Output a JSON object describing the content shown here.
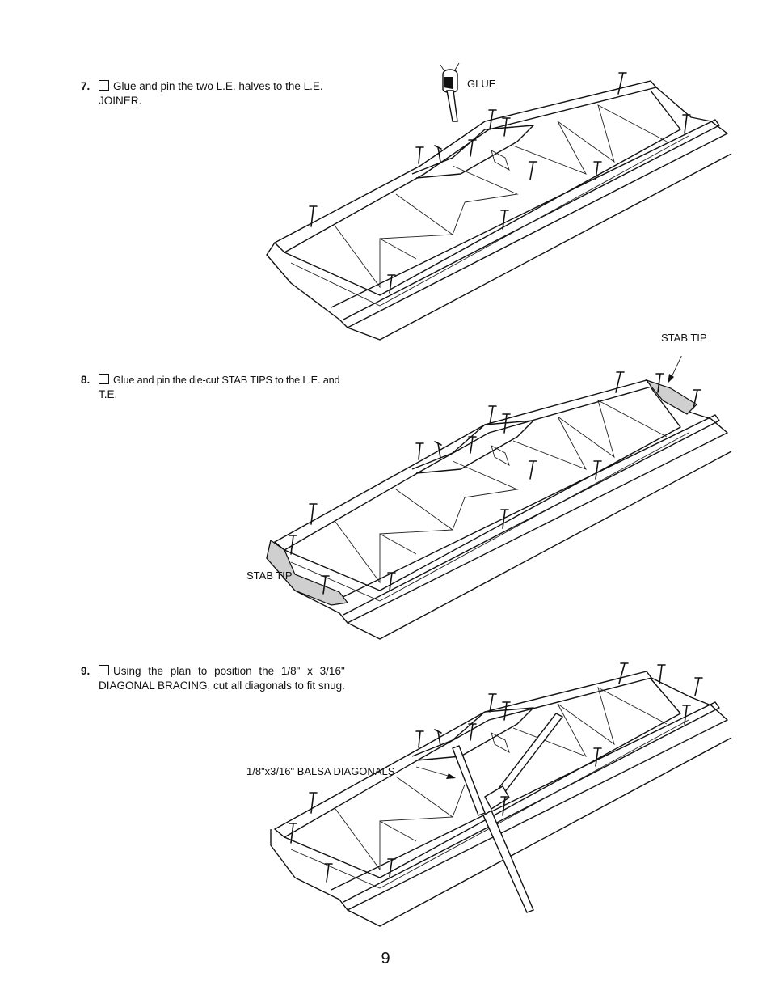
{
  "steps": [
    {
      "number": "7.",
      "line1": "Glue and pin the two L.E. halves to the L.E.",
      "line2": "JOINER."
    },
    {
      "number": "8.",
      "line1": "Glue and pin the die-cut STAB TIPS to the L.E. and",
      "line2": "T.E."
    },
    {
      "number": "9.",
      "line1": "Using the plan to position the 1/8\" x 3/16\"",
      "line2": "DIAGONAL BRACING, cut all diagonals to fit snug."
    }
  ],
  "callouts": {
    "glue": "GLUE",
    "stab_tip_top": "STAB TIP",
    "stab_tip_left": "STAB TIP",
    "balsa_diagonals": "1/8\"x3/16\" BALSA DIAGONALS"
  },
  "page_number": "9"
}
